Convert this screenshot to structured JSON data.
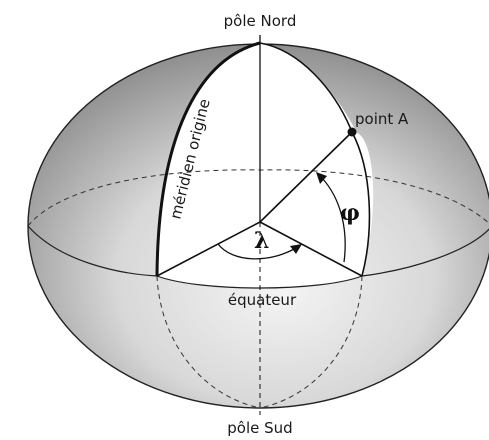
{
  "labels": {
    "north_pole": "pôle Nord",
    "south_pole": "pôle Sud",
    "prime_meridian": "méridien origine",
    "point": "point A",
    "equator": "équateur",
    "latitude_symbol": "φ",
    "longitude_symbol": "λ"
  },
  "colors": {
    "ink": "#111111",
    "shade_dark": "#8e8e8e",
    "shade_light": "#f2f2f2",
    "cut_face": "#ffffff"
  }
}
